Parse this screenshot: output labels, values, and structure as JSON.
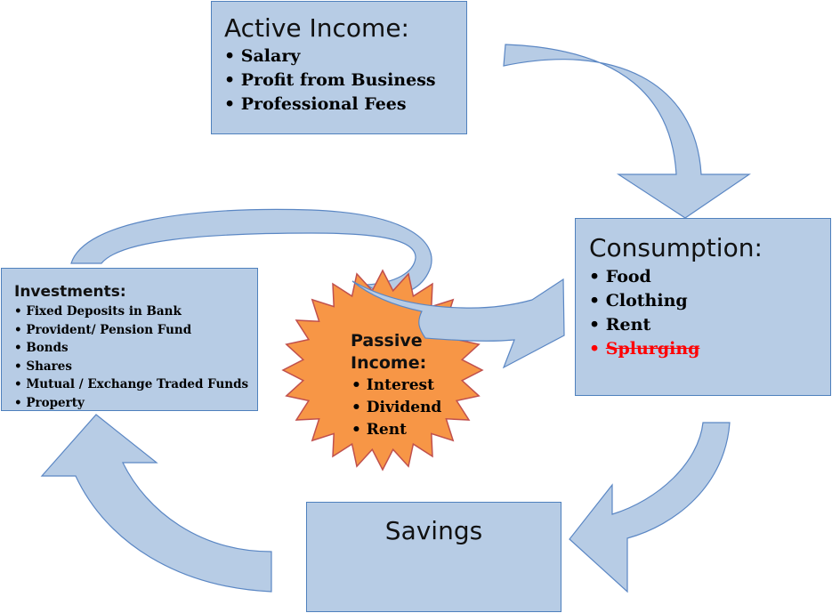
{
  "colors": {
    "box_fill": "#b7cce5",
    "box_border": "#4f81bd",
    "arrow_fill": "#b7cce5",
    "arrow_stroke": "#5b87c4",
    "burst_fill": "#f79646",
    "burst_stroke": "#c0504d",
    "strike_text": "#ff0000"
  },
  "active_income": {
    "title": "Active Income:",
    "items": [
      "Salary",
      "Profit from Business",
      "Professional Fees"
    ]
  },
  "consumption": {
    "title": "Consumption:",
    "items": [
      "Food",
      "Clothing",
      "Rent"
    ],
    "struck_item": "Splurging"
  },
  "investments": {
    "title": "Investments:",
    "items": [
      "Fixed Deposits in Bank",
      "Provident/ Pension Fund",
      "Bonds",
      "Shares",
      "Mutual / Exchange Traded Funds",
      "Property"
    ]
  },
  "savings": {
    "title": "Savings"
  },
  "passive_income": {
    "title_line1": "Passive",
    "title_line2": "Income:",
    "items": [
      "Interest",
      "Dividend",
      "Rent"
    ]
  }
}
